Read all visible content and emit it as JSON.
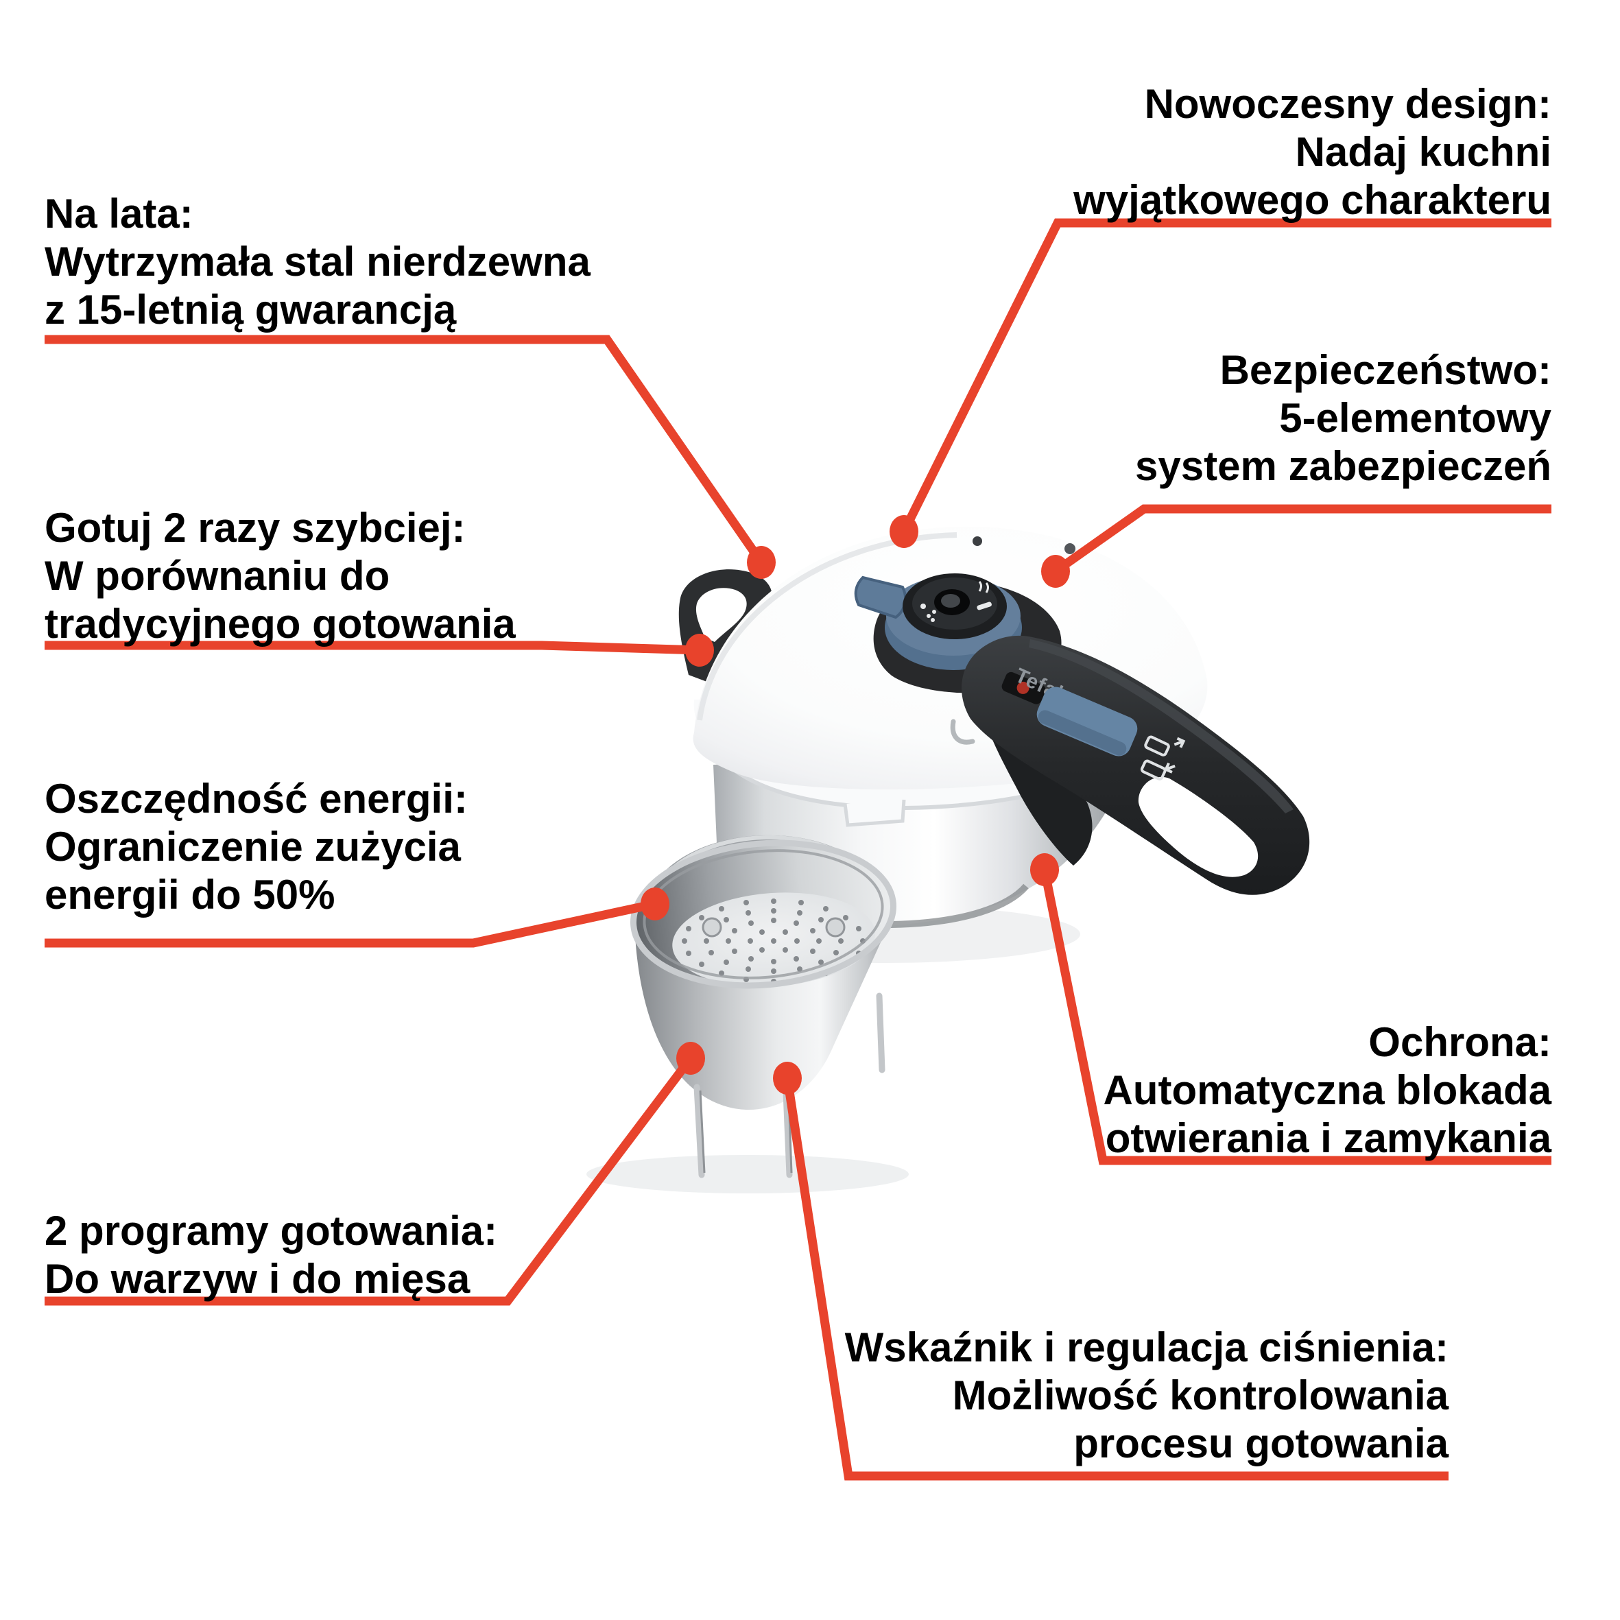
{
  "colors": {
    "accent_red": "#E8432C",
    "text": "#000000",
    "steel_light": "#F4F5F6",
    "steel_dark": "#8E9296",
    "handle_black": "#2B2D30",
    "knob_blue": "#5E7B99"
  },
  "product": {
    "type": "pressure-cooker",
    "brand": "Tefal"
  },
  "callouts": {
    "na_lata": {
      "lines": [
        "Na lata:",
        "Wytrzymała stal nierdzewna",
        "z 15-letnią gwarancją"
      ]
    },
    "nowoczesny": {
      "lines": [
        "Nowoczesny design:",
        "Nadaj kuchni",
        "wyjątkowego charakteru"
      ]
    },
    "bezpieczenstwo": {
      "lines": [
        "Bezpieczeństwo:",
        "5-elementowy",
        "system zabezpieczeń"
      ]
    },
    "gotuj": {
      "lines": [
        "Gotuj 2 razy szybciej:",
        "W porównaniu do",
        "tradycyjnego gotowania"
      ]
    },
    "oszczednosc": {
      "lines": [
        "Oszczędność energii:",
        "Ograniczenie zużycia",
        "energii do 50%"
      ]
    },
    "ochrona": {
      "lines": [
        "Ochrona:",
        "Automatyczna blokada",
        "otwierania i zamykania"
      ]
    },
    "programy": {
      "lines": [
        "2 programy gotowania:",
        "Do warzyw i do mięsa"
      ]
    },
    "wskaznik": {
      "lines": [
        "Wskaźnik i regulacja ciśnienia:",
        "Możliwość kontrolowania",
        "procesu gotowania"
      ]
    }
  }
}
